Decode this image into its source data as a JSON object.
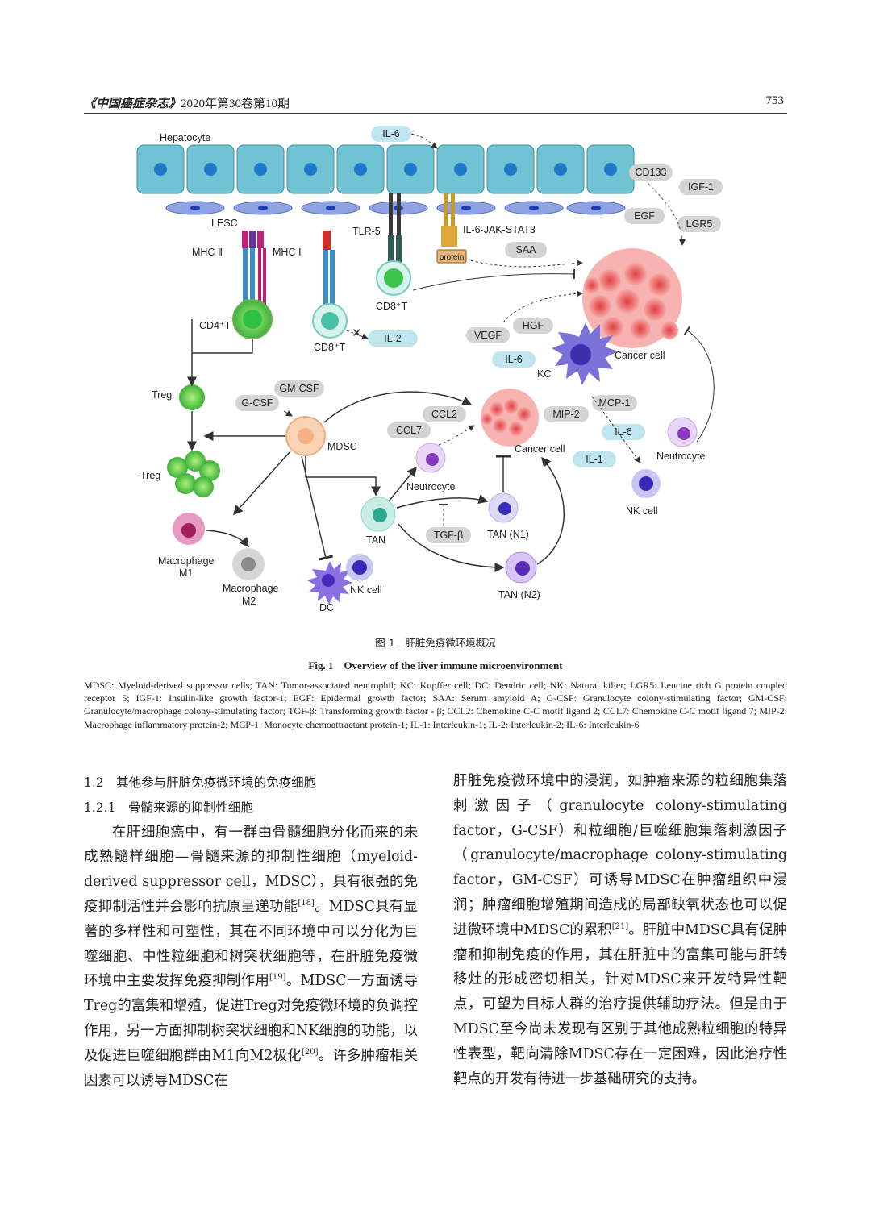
{
  "header": {
    "journal": "《中国癌症杂志》",
    "issue": "2020年第30卷第10期",
    "page": "753"
  },
  "figure": {
    "labels": {
      "hepatocyte": "Hepatocyte",
      "lesc": "LESC",
      "mhc2": "MHC Ⅱ",
      "mhc1": "MHC Ⅰ",
      "tlr5": "TLR-5",
      "il6_jak": "IL-6-JAK-STAT3",
      "protein": "protein",
      "cd4t": "CD4⁺T",
      "cd8t_a": "CD8⁺T",
      "cd8t_b": "CD8⁺T",
      "il6_top": "IL-6",
      "il2": "IL-2",
      "cd133": "CD133",
      "igf1": "IGF-1",
      "egf": "EGF",
      "lgr5": "LGR5",
      "saa": "SAA",
      "vegf": "VEGF",
      "hgf": "HGF",
      "il6_kc": "IL-6",
      "kc": "KC",
      "cancer_cell_1": "Cancer cell",
      "treg_1": "Treg",
      "treg_2": "Treg",
      "gmcsf": "GM-CSF",
      "gcsf": "G-CSF",
      "mdsc": "MDSC",
      "ccl2": "CCL2",
      "ccl7": "CCL7",
      "cancer_cell_2": "Cancer cell",
      "mip2": "MIP-2",
      "mcp1": "MCP-1",
      "il6_mid": "IL-6",
      "il1": "IL-1",
      "neutrocyte_r": "Neutrocyte",
      "nk_r": "NK cell",
      "neutrocyte_m": "Neutrocyte",
      "tan": "TAN",
      "tgfb": "TGF-β",
      "tan_n1": "TAN (N1)",
      "tan_n2": "TAN (N2)",
      "mac_m1": "Macrophage",
      "mac_m1b": "M1",
      "mac_m2": "Macrophage",
      "mac_m2b": "M2",
      "dc": "DC",
      "nk_m": "NK cell"
    },
    "caption_cn": "图 1　肝脏免疫微环境概况",
    "caption_en": "Fig. 1　Overview of the liver immune microenvironment",
    "abbreviations": "MDSC: Myeloid-derived suppressor cells; TAN: Tumor-associated neutrophil; KC: Kupffer cell; DC: Dendric cell; NK: Natural killer; LGR5: Leucine rich G protein coupled receptor 5; IGF-1: Insulin-like growth factor-1; EGF: Epidermal growth factor; SAA: Serum amyloid A; G-CSF: Granulocyte colony-stimulating factor; GM-CSF: Granulocyte/macrophage colony-stimulating factor; TGF-β: Transforming growth factor - β; CCL2: Chemokine C-C motif ligand 2; CCL7: Chemokine C-C motif ligand 7; MIP-2: Macrophage inflammatory protein-2; MCP-1: Monocyte chemoattractant protein-1; IL-1: Interleukin-1; IL-2: Interleukin-2; IL-6: Interleukin-6"
  },
  "colors": {
    "hepatocyte": "#6fc3d3",
    "nucleus": "#1e78c8",
    "lesc": "#8fa3e3",
    "il6_pill": "#bfe6ee",
    "grey_pill": "#d4d4d4",
    "cancer": "#f08a8a",
    "mdsc": "#fad3b4",
    "green_cell": "#44c74a"
  },
  "body": {
    "sec12": "1.2　其他参与肝脏免疫微环境的免疫细胞",
    "sec121": "1.2.1　骨髓来源的抑制性细胞",
    "left_p1": "在肝细胞癌中，有一群由骨髓细胞分化而来的未成熟髓样细胞—骨髓来源的抑制性细胞（myeloid-derived suppressor cell，MDSC），具有很强的免疫抑制活性并会影响抗原呈递功能",
    "ref18": "[18]",
    "left_p1b": "。MDSC具有显著的多样性和可塑性，其在不同环境中可以分化为巨噬细胞、中性粒细胞和树突状细胞等，在肝脏免疫微环境中主要发挥免疫抑制作用",
    "ref19": "[19]",
    "left_p1c": "。MDSC一方面诱导Treg的富集和增殖，促进Treg对免疫微环境的负调控作用，另一方面抑制树突状细胞和NK细胞的功能，以及促进巨噬细胞群由M1向M2极化",
    "ref20": "[20]",
    "left_p1d": "。许多肿瘤相关因素可以诱导MDSC在",
    "right_p1": "肝脏免疫微环境中的浸润，如肿瘤来源的粒细胞集落刺激因子（granulocyte colony-stimulating factor，G-CSF）和粒细胞/巨噬细胞集落刺激因子（granulocyte/macrophage colony-stimulating factor，GM-CSF）可诱导MDSC在肿瘤组织中浸润；肿瘤细胞增殖期间造成的局部缺氧状态也可以促进微环境中MDSC的累积",
    "ref21": "[21]",
    "right_p1b": "。肝脏中MDSC具有促肿瘤和抑制免疫的作用，其在肝脏中的富集可能与肝转移灶的形成密切相关，针对MDSC来开发特异性靶点，可望为目标人群的治疗提供辅助疗法。但是由于MDSC至今尚未发现有区别于其他成熟粒细胞的特异性表型，靶向清除MDSC存在一定困难，因此治疗性靶点的开发有待进一步基础研究的支持。"
  }
}
